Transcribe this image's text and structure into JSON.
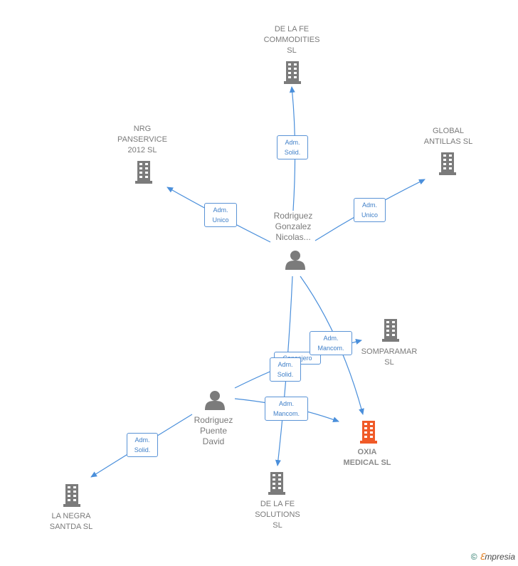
{
  "nodes": {
    "person_rodriguez_gonzalez": {
      "label": "Rodriguez\nGonzalez\nNicolas...",
      "icon": "person-icon"
    },
    "person_rodriguez_puente": {
      "label": "Rodriguez\nPuente\nDavid",
      "icon": "person-icon"
    },
    "company_de_la_fe_commodities": {
      "label": "DE LA FE\nCOMMODITIES\nSL",
      "icon": "building-icon"
    },
    "company_nrg_panservice": {
      "label": "NRG\nPANSERVICE\n2012 SL",
      "icon": "building-icon"
    },
    "company_global_antillas": {
      "label": "GLOBAL\nANTILLAS  SL",
      "icon": "building-icon"
    },
    "company_somparamar": {
      "label": "SOMPARAMAR\nSL",
      "icon": "building-icon"
    },
    "company_oxia_medical": {
      "label": "OXIA\nMEDICAL  SL",
      "icon": "building-icon",
      "highlight_color": "#f05a28"
    },
    "company_de_la_fe_solutions": {
      "label": "DE LA FE\nSOLUTIONS\nSL",
      "icon": "building-icon"
    },
    "company_la_negra_santda": {
      "label": "LA NEGRA\nSANTDA  SL",
      "icon": "building-icon"
    }
  },
  "edges": {
    "commodities": {
      "label": "Adm.\nSolid."
    },
    "nrg": {
      "label": "Adm.\nUnico"
    },
    "global": {
      "label": "Adm.\nUnico"
    },
    "somparamar_consejero": {
      "label": "Consejero"
    },
    "oxia_mancom_nicolas": {
      "label": "Adm.\nMancom."
    },
    "solutions": {
      "label": "Adm.\nSolid."
    },
    "oxia_mancom_david": {
      "label": "Adm.\nMancom."
    },
    "la_negra": {
      "label": "Adm.\nSolid."
    }
  },
  "colors": {
    "edge": "#4a8fdb",
    "icon_gray": "#7b7b7b",
    "focus_orange": "#f05a28"
  },
  "footer": {
    "copyright_symbol": "©",
    "brand_initial": "ℇ",
    "brand_rest": "mpresia"
  }
}
